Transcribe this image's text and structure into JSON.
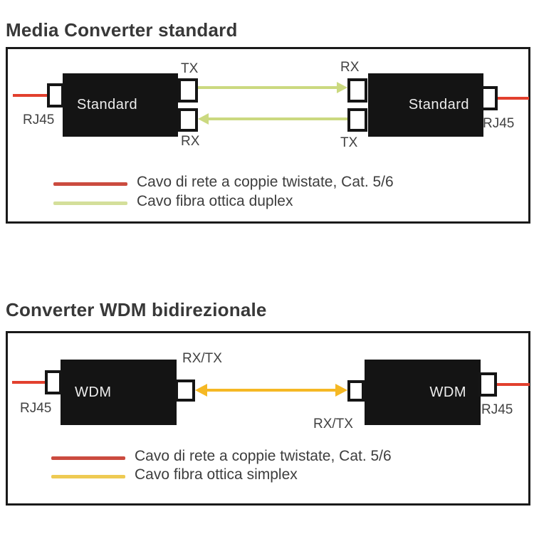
{
  "colors": {
    "title_text": "#383838",
    "device_fill": "#141414",
    "device_text": "#ededed",
    "red_cable": "#e2402e",
    "fiber_duplex": "#cbd980",
    "fiber_simplex": "#f5b824"
  },
  "sections": [
    {
      "title": "Media Converter standard",
      "left_device": {
        "label": "Standard",
        "rj45_label": "RJ45",
        "top_port_label": "TX",
        "bottom_port_label": "RX"
      },
      "right_device": {
        "label": "Standard",
        "rj45_label": "RJ45",
        "top_port_label": "RX",
        "bottom_port_label": "TX"
      },
      "legend": [
        {
          "color": "#cb4b3f",
          "label": "Cavo di rete a coppie twistate, Cat. 5/6"
        },
        {
          "color": "#d4df9a",
          "label": "Cavo fibra ottica duplex"
        }
      ]
    },
    {
      "title": "Converter WDM bidirezionale",
      "left_device": {
        "label": "WDM",
        "rj45_label": "RJ45",
        "port_label": "RX/TX"
      },
      "right_device": {
        "label": "WDM",
        "rj45_label": "RJ45",
        "port_label": "RX/TX"
      },
      "legend": [
        {
          "color": "#cb4b3f",
          "label": "Cavo di rete a coppie twistate, Cat. 5/6"
        },
        {
          "color": "#eeca52",
          "label": "Cavo fibra ottica simplex"
        }
      ]
    }
  ]
}
